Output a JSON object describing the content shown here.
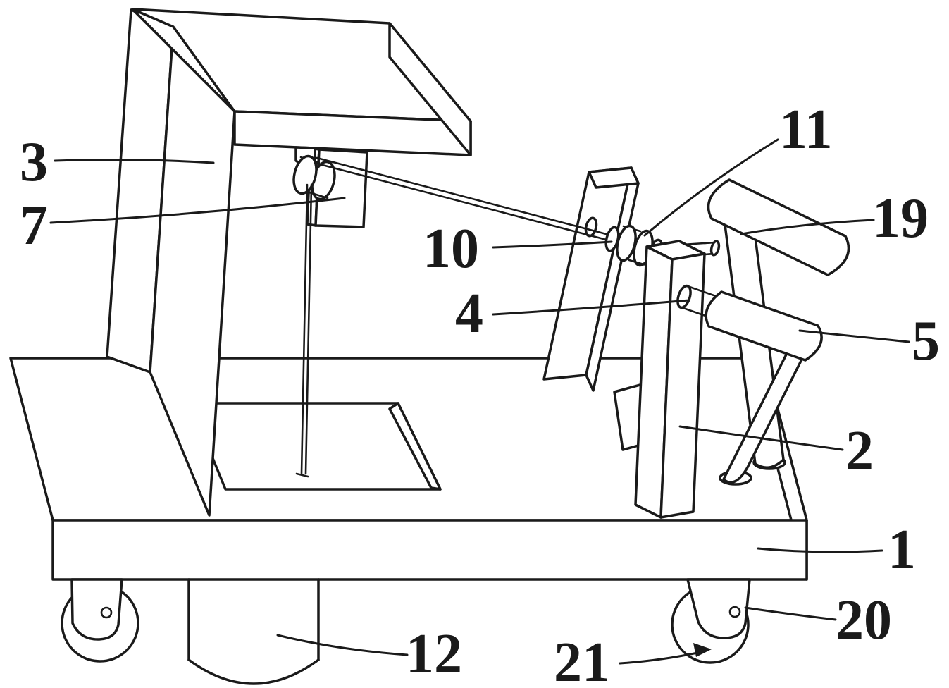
{
  "figure": {
    "background_color": "#ffffff",
    "line_color": "#1a1a1a",
    "callouts": [
      {
        "ref": "3"
      },
      {
        "ref": "7"
      },
      {
        "ref": "10"
      },
      {
        "ref": "4"
      },
      {
        "ref": "11"
      },
      {
        "ref": "19"
      },
      {
        "ref": "5"
      },
      {
        "ref": "2"
      },
      {
        "ref": "1"
      },
      {
        "ref": "20"
      },
      {
        "ref": "21"
      },
      {
        "ref": "12"
      }
    ]
  }
}
